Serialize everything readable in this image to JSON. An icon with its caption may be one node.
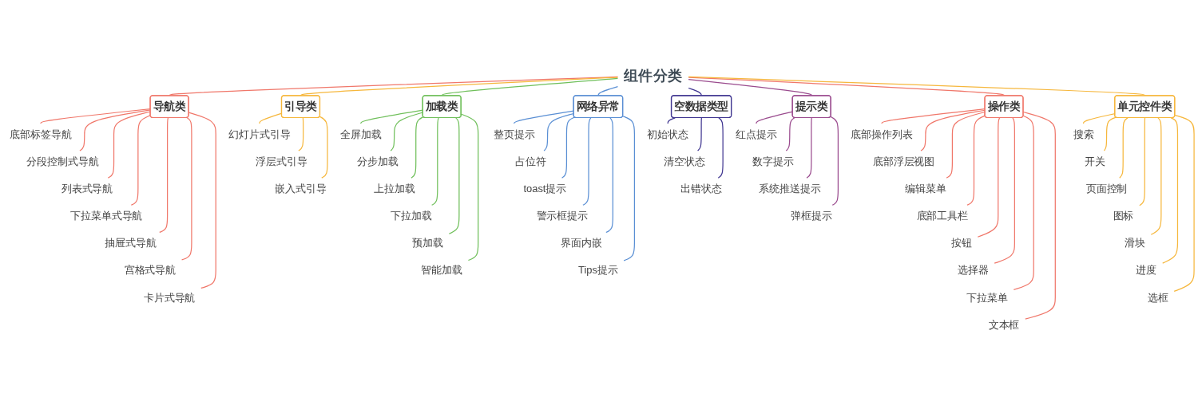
{
  "diagram": {
    "nodes": [
      {
        "text": [
          "组件分类"
        ]
      },
      {
        "text": [
          "导航类"
        ]
      },
      {
        "text": [
          "引导类"
        ]
      },
      {
        "text": [
          "加载类"
        ]
      },
      {
        "text": [
          "网络异常"
        ]
      },
      {
        "text": [
          "空数据类型"
        ]
      },
      {
        "text": [
          "提示类"
        ]
      },
      {
        "text": [
          "操作类"
        ]
      },
      {
        "text": [
          "单元控件类"
        ]
      },
      {
        "text": [
          "底部标签导航"
        ]
      },
      {
        "text": [
          "分段控制式导航"
        ]
      },
      {
        "text": [
          "列表式导航"
        ]
      },
      {
        "text": [
          "下拉菜单式导航"
        ]
      },
      {
        "text": [
          "抽屉式导航"
        ]
      },
      {
        "text": [
          "宫格式导航"
        ]
      },
      {
        "text": [
          "卡片式导航"
        ]
      },
      {
        "text": [
          "幻灯片式引导"
        ]
      },
      {
        "text": [
          "浮层式引导"
        ]
      },
      {
        "text": [
          "嵌入式引导"
        ]
      },
      {
        "text": [
          "全屏加载"
        ]
      },
      {
        "text": [
          "分步加载"
        ]
      },
      {
        "text": [
          "上拉加载"
        ]
      },
      {
        "text": [
          "下拉加载"
        ]
      },
      {
        "text": [
          "预加载"
        ]
      },
      {
        "text": [
          "智能加载"
        ]
      },
      {
        "text": [
          "整页提示"
        ]
      },
      {
        "text": [
          "占位符"
        ]
      },
      {
        "text": [
          "toast提示"
        ]
      },
      {
        "text": [
          "警示框提示"
        ]
      },
      {
        "text": [
          "界面内嵌"
        ]
      },
      {
        "text": [
          "Tips提示"
        ]
      },
      {
        "text": [
          "初始状态"
        ]
      },
      {
        "text": [
          "清空状态"
        ]
      },
      {
        "text": [
          "出错状态"
        ]
      },
      {
        "text": [
          "红点提示"
        ]
      },
      {
        "text": [
          "数字提示"
        ]
      },
      {
        "text": [
          "系统推送提示"
        ]
      },
      {
        "text": [
          "弹框提示"
        ]
      },
      {
        "text": [
          "底部操作列表"
        ]
      },
      {
        "text": [
          "底部浮层视图"
        ]
      },
      {
        "text": [
          "编辑菜单"
        ]
      },
      {
        "text": [
          "底部工具栏"
        ]
      },
      {
        "text": [
          "按钮"
        ]
      },
      {
        "text": [
          "选择器"
        ]
      },
      {
        "text": [
          "下拉菜单"
        ]
      },
      {
        "text": [
          "文本框"
        ]
      },
      {
        "text": [
          "搜索"
        ]
      },
      {
        "text": [
          "开关"
        ]
      },
      {
        "text": [
          "页面控制"
        ]
      },
      {
        "text": [
          "图标"
        ]
      },
      {
        "text": [
          "滑块"
        ]
      },
      {
        "text": [
          "进度"
        ]
      },
      {
        "text": [
          "选框"
        ]
      }
    ],
    "edges": [
      {
        "from": 0,
        "to": 1,
        "arrow": "none",
        "color": "#f0776a"
      },
      {
        "from": 0,
        "to": 2,
        "arrow": "none",
        "color": "#f6b73c"
      },
      {
        "from": 0,
        "to": 3,
        "arrow": "none",
        "color": "#6fbf5a"
      },
      {
        "from": 0,
        "to": 4,
        "arrow": "none",
        "color": "#5a8fd4"
      },
      {
        "from": 0,
        "to": 5,
        "arrow": "none",
        "color": "#3f3590"
      },
      {
        "from": 0,
        "to": 6,
        "arrow": "none",
        "color": "#9a4b8e"
      },
      {
        "from": 0,
        "to": 7,
        "arrow": "none",
        "color": "#f0776a"
      },
      {
        "from": 0,
        "to": 8,
        "arrow": "none",
        "color": "#f6b73c"
      },
      {
        "from": 1,
        "to": 9,
        "arrow": "none",
        "color": "#f0776a"
      },
      {
        "from": 1,
        "to": 10,
        "arrow": "none",
        "color": "#f0776a"
      },
      {
        "from": 1,
        "to": 11,
        "arrow": "none",
        "color": "#f0776a"
      },
      {
        "from": 1,
        "to": 12,
        "arrow": "none",
        "color": "#f0776a"
      },
      {
        "from": 1,
        "to": 13,
        "arrow": "none",
        "color": "#f0776a"
      },
      {
        "from": 1,
        "to": 14,
        "arrow": "none",
        "color": "#f0776a"
      },
      {
        "from": 1,
        "to": 15,
        "arrow": "none",
        "color": "#f0776a"
      },
      {
        "from": 2,
        "to": 16,
        "arrow": "none",
        "color": "#f6b73c"
      },
      {
        "from": 2,
        "to": 17,
        "arrow": "none",
        "color": "#f6b73c"
      },
      {
        "from": 2,
        "to": 18,
        "arrow": "none",
        "color": "#f6b73c"
      },
      {
        "from": 3,
        "to": 19,
        "arrow": "none",
        "color": "#6fbf5a"
      },
      {
        "from": 3,
        "to": 20,
        "arrow": "none",
        "color": "#6fbf5a"
      },
      {
        "from": 3,
        "to": 21,
        "arrow": "none",
        "color": "#6fbf5a"
      },
      {
        "from": 3,
        "to": 22,
        "arrow": "none",
        "color": "#6fbf5a"
      },
      {
        "from": 3,
        "to": 23,
        "arrow": "none",
        "color": "#6fbf5a"
      },
      {
        "from": 3,
        "to": 24,
        "arrow": "none",
        "color": "#6fbf5a"
      },
      {
        "from": 4,
        "to": 25,
        "arrow": "none",
        "color": "#5a8fd4"
      },
      {
        "from": 4,
        "to": 26,
        "arrow": "none",
        "color": "#5a8fd4"
      },
      {
        "from": 4,
        "to": 27,
        "arrow": "none",
        "color": "#5a8fd4"
      },
      {
        "from": 4,
        "to": 28,
        "arrow": "none",
        "color": "#5a8fd4"
      },
      {
        "from": 4,
        "to": 29,
        "arrow": "none",
        "color": "#5a8fd4"
      },
      {
        "from": 4,
        "to": 30,
        "arrow": "none",
        "color": "#5a8fd4"
      },
      {
        "from": 5,
        "to": 31,
        "arrow": "none",
        "color": "#3f3590"
      },
      {
        "from": 5,
        "to": 32,
        "arrow": "none",
        "color": "#3f3590"
      },
      {
        "from": 5,
        "to": 33,
        "arrow": "none",
        "color": "#3f3590"
      },
      {
        "from": 6,
        "to": 34,
        "arrow": "none",
        "color": "#9a4b8e"
      },
      {
        "from": 6,
        "to": 35,
        "arrow": "none",
        "color": "#9a4b8e"
      },
      {
        "from": 6,
        "to": 36,
        "arrow": "none",
        "color": "#9a4b8e"
      },
      {
        "from": 6,
        "to": 37,
        "arrow": "none",
        "color": "#9a4b8e"
      },
      {
        "from": 7,
        "to": 38,
        "arrow": "none",
        "color": "#f0776a"
      },
      {
        "from": 7,
        "to": 39,
        "arrow": "none",
        "color": "#f0776a"
      },
      {
        "from": 7,
        "to": 40,
        "arrow": "none",
        "color": "#f0776a"
      },
      {
        "from": 7,
        "to": 41,
        "arrow": "none",
        "color": "#f0776a"
      },
      {
        "from": 7,
        "to": 42,
        "arrow": "none",
        "color": "#f0776a"
      },
      {
        "from": 7,
        "to": 43,
        "arrow": "none",
        "color": "#f0776a"
      },
      {
        "from": 7,
        "to": 44,
        "arrow": "none",
        "color": "#f0776a"
      },
      {
        "from": 7,
        "to": 45,
        "arrow": "none",
        "color": "#f0776a"
      },
      {
        "from": 8,
        "to": 46,
        "arrow": "none",
        "color": "#f6b73c"
      },
      {
        "from": 8,
        "to": 47,
        "arrow": "none",
        "color": "#f6b73c"
      },
      {
        "from": 8,
        "to": 48,
        "arrow": "none",
        "color": "#f6b73c"
      },
      {
        "from": 8,
        "to": 49,
        "arrow": "none",
        "color": "#f6b73c"
      },
      {
        "from": 8,
        "to": 50,
        "arrow": "none",
        "color": "#f6b73c"
      },
      {
        "from": 8,
        "to": 51,
        "arrow": "none",
        "color": "#f6b73c"
      },
      {
        "from": 8,
        "to": 52,
        "arrow": "none",
        "color": "#f6b73c"
      }
    ]
  }
}
